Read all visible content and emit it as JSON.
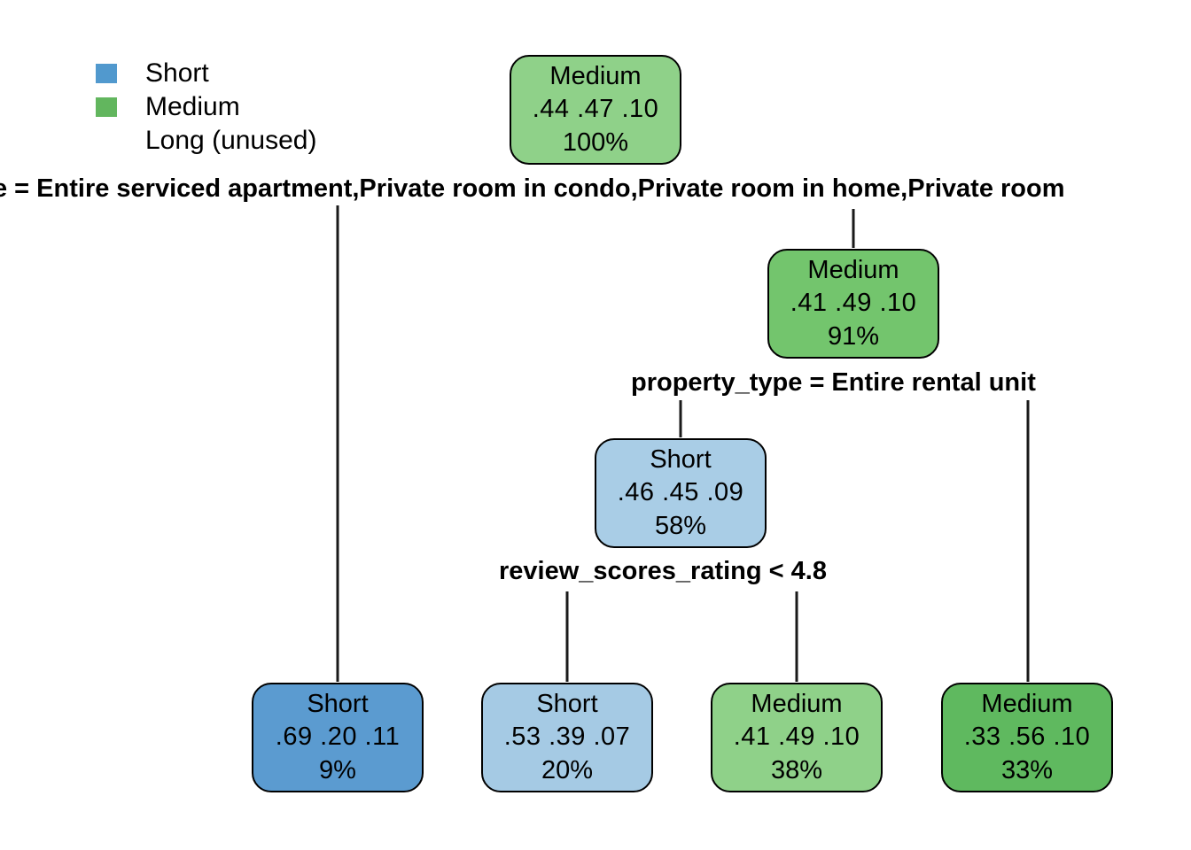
{
  "chart_data": {
    "type": "diagram",
    "title": "",
    "diagram_kind": "decision-tree",
    "legend": {
      "position": "top-left",
      "entries": [
        {
          "label": "Short",
          "color": "#5199ce",
          "has_swatch": true
        },
        {
          "label": "Medium",
          "color": "#62b65e",
          "has_swatch": true
        },
        {
          "label": "Long (unused)",
          "color": "",
          "has_swatch": false
        }
      ]
    },
    "class_order": [
      "Short",
      "Medium",
      "Long"
    ],
    "nodes": [
      {
        "id": "root",
        "predicted_class": "Medium",
        "probabilities": ".44  .47  .10",
        "prob_values": [
          0.44,
          0.47,
          0.1
        ],
        "percent": "100%",
        "fill": "#8fd189"
      },
      {
        "id": "n2",
        "predicted_class": "Medium",
        "probabilities": ".41  .49  .10",
        "prob_values": [
          0.41,
          0.49,
          0.1
        ],
        "percent": "91%",
        "fill": "#73c56d"
      },
      {
        "id": "n3",
        "predicted_class": "Short",
        "probabilities": ".46  .45  .09",
        "prob_values": [
          0.46,
          0.45,
          0.09
        ],
        "percent": "58%",
        "fill": "#a9cde6"
      },
      {
        "id": "leaf1",
        "predicted_class": "Short",
        "probabilities": ".69  .20  .11",
        "prob_values": [
          0.69,
          0.2,
          0.11
        ],
        "percent": "9%",
        "fill": "#5b9bd0"
      },
      {
        "id": "leaf2",
        "predicted_class": "Short",
        "probabilities": ".53  .39  .07",
        "prob_values": [
          0.53,
          0.39,
          0.07
        ],
        "percent": "20%",
        "fill": "#a5cae4"
      },
      {
        "id": "leaf3",
        "predicted_class": "Medium",
        "probabilities": ".41  .49  .10",
        "prob_values": [
          0.41,
          0.49,
          0.1
        ],
        "percent": "38%",
        "fill": "#8fd189"
      },
      {
        "id": "leaf4",
        "predicted_class": "Medium",
        "probabilities": ".33  .56  .10",
        "prob_values": [
          0.33,
          0.56,
          0.1
        ],
        "percent": "33%",
        "fill": "#5fb95f"
      }
    ],
    "split_labels": [
      {
        "id": "split1",
        "text": "e = Entire serviced apartment,Private room in condo,Private room in home,Private room",
        "clipped": true
      },
      {
        "id": "split2",
        "text": "property_type = Entire rental unit",
        "clipped": false
      },
      {
        "id": "split3",
        "text": "review_scores_rating < 4.8",
        "clipped": false
      }
    ]
  }
}
